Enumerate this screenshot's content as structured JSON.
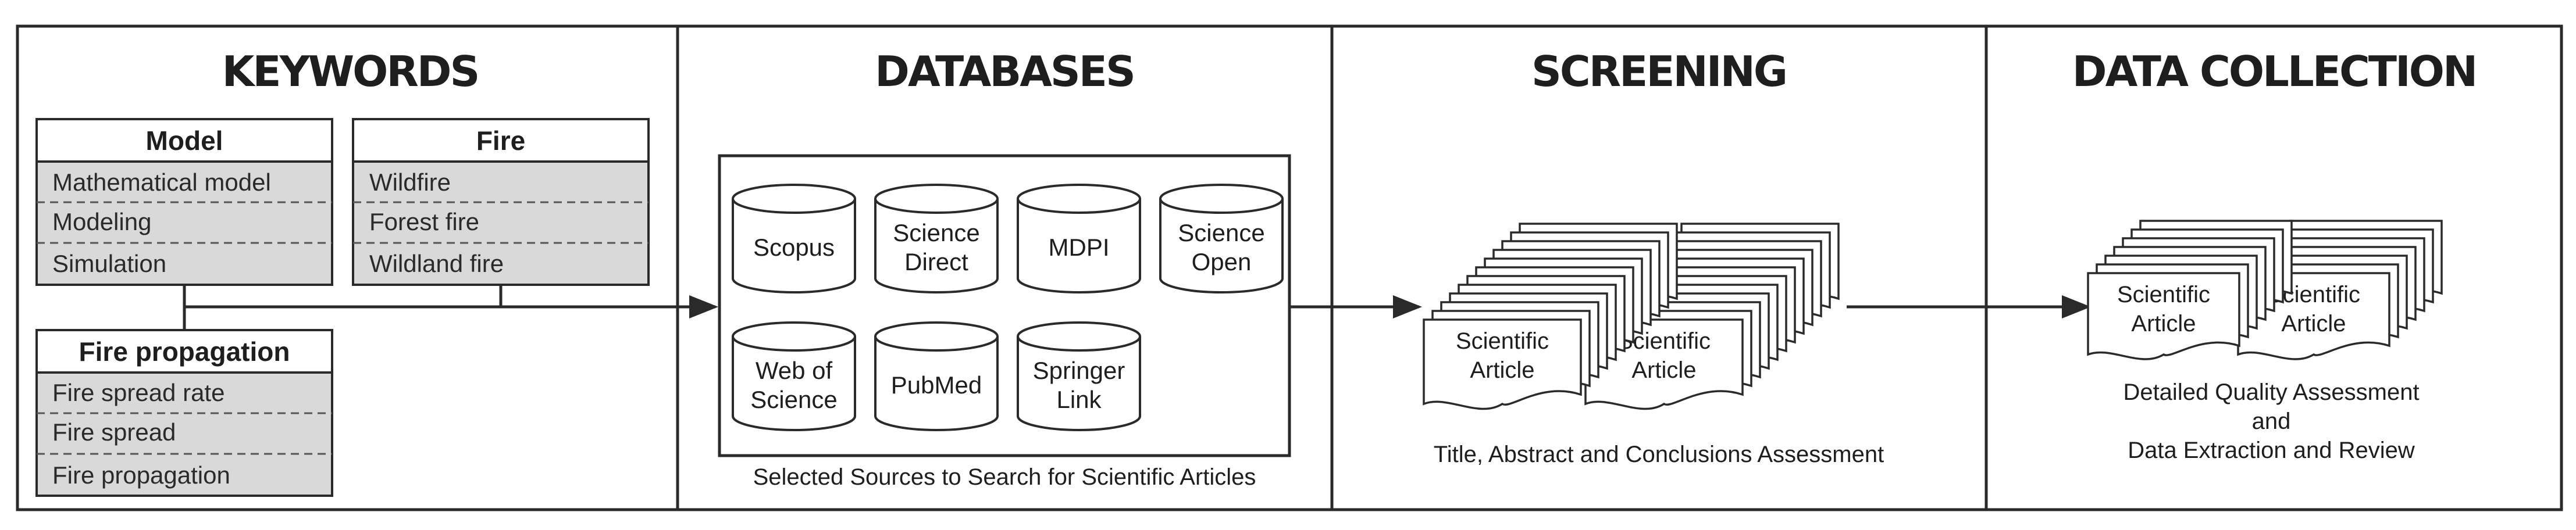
{
  "panels": {
    "keywords": {
      "title": "KEYWORDS"
    },
    "databases": {
      "title": "DATABASES"
    },
    "screening": {
      "title": "SCREENING"
    },
    "collection": {
      "title": "DATA COLLECTION"
    }
  },
  "keyword_groups": {
    "model": {
      "title": "Model",
      "items": [
        "Mathematical model",
        "Modeling",
        "Simulation"
      ]
    },
    "fire": {
      "title": "Fire",
      "items": [
        "Wildfire",
        "Forest fire",
        "Wildland fire"
      ]
    },
    "propagation": {
      "title": "Fire propagation",
      "items": [
        "Fire spread rate",
        "Fire spread",
        "Fire propagation"
      ]
    }
  },
  "databases": [
    [
      "Scopus"
    ],
    [
      "Science",
      "Direct"
    ],
    [
      "MDPI"
    ],
    [
      "Science",
      "Open"
    ],
    [
      "Web of",
      "Science"
    ],
    [
      "PubMed"
    ],
    [
      "Springer",
      "Link"
    ]
  ],
  "databases_caption": "Selected Sources to Search for Scientific Articles",
  "article_label": [
    "Scientific",
    "Article"
  ],
  "screening_caption": "Title, Abstract and Conclusions Assessment",
  "collection_caption": [
    "Detailed Quality Assessment",
    "and",
    "Data Extraction and Review"
  ],
  "colors": {
    "line": "#2a2a2a",
    "keyword_fill": "#d9d9d9",
    "background": "#ffffff"
  },
  "icons": {
    "database": "cylinder",
    "article": "stacked-documents",
    "flow": "arrow-right"
  }
}
